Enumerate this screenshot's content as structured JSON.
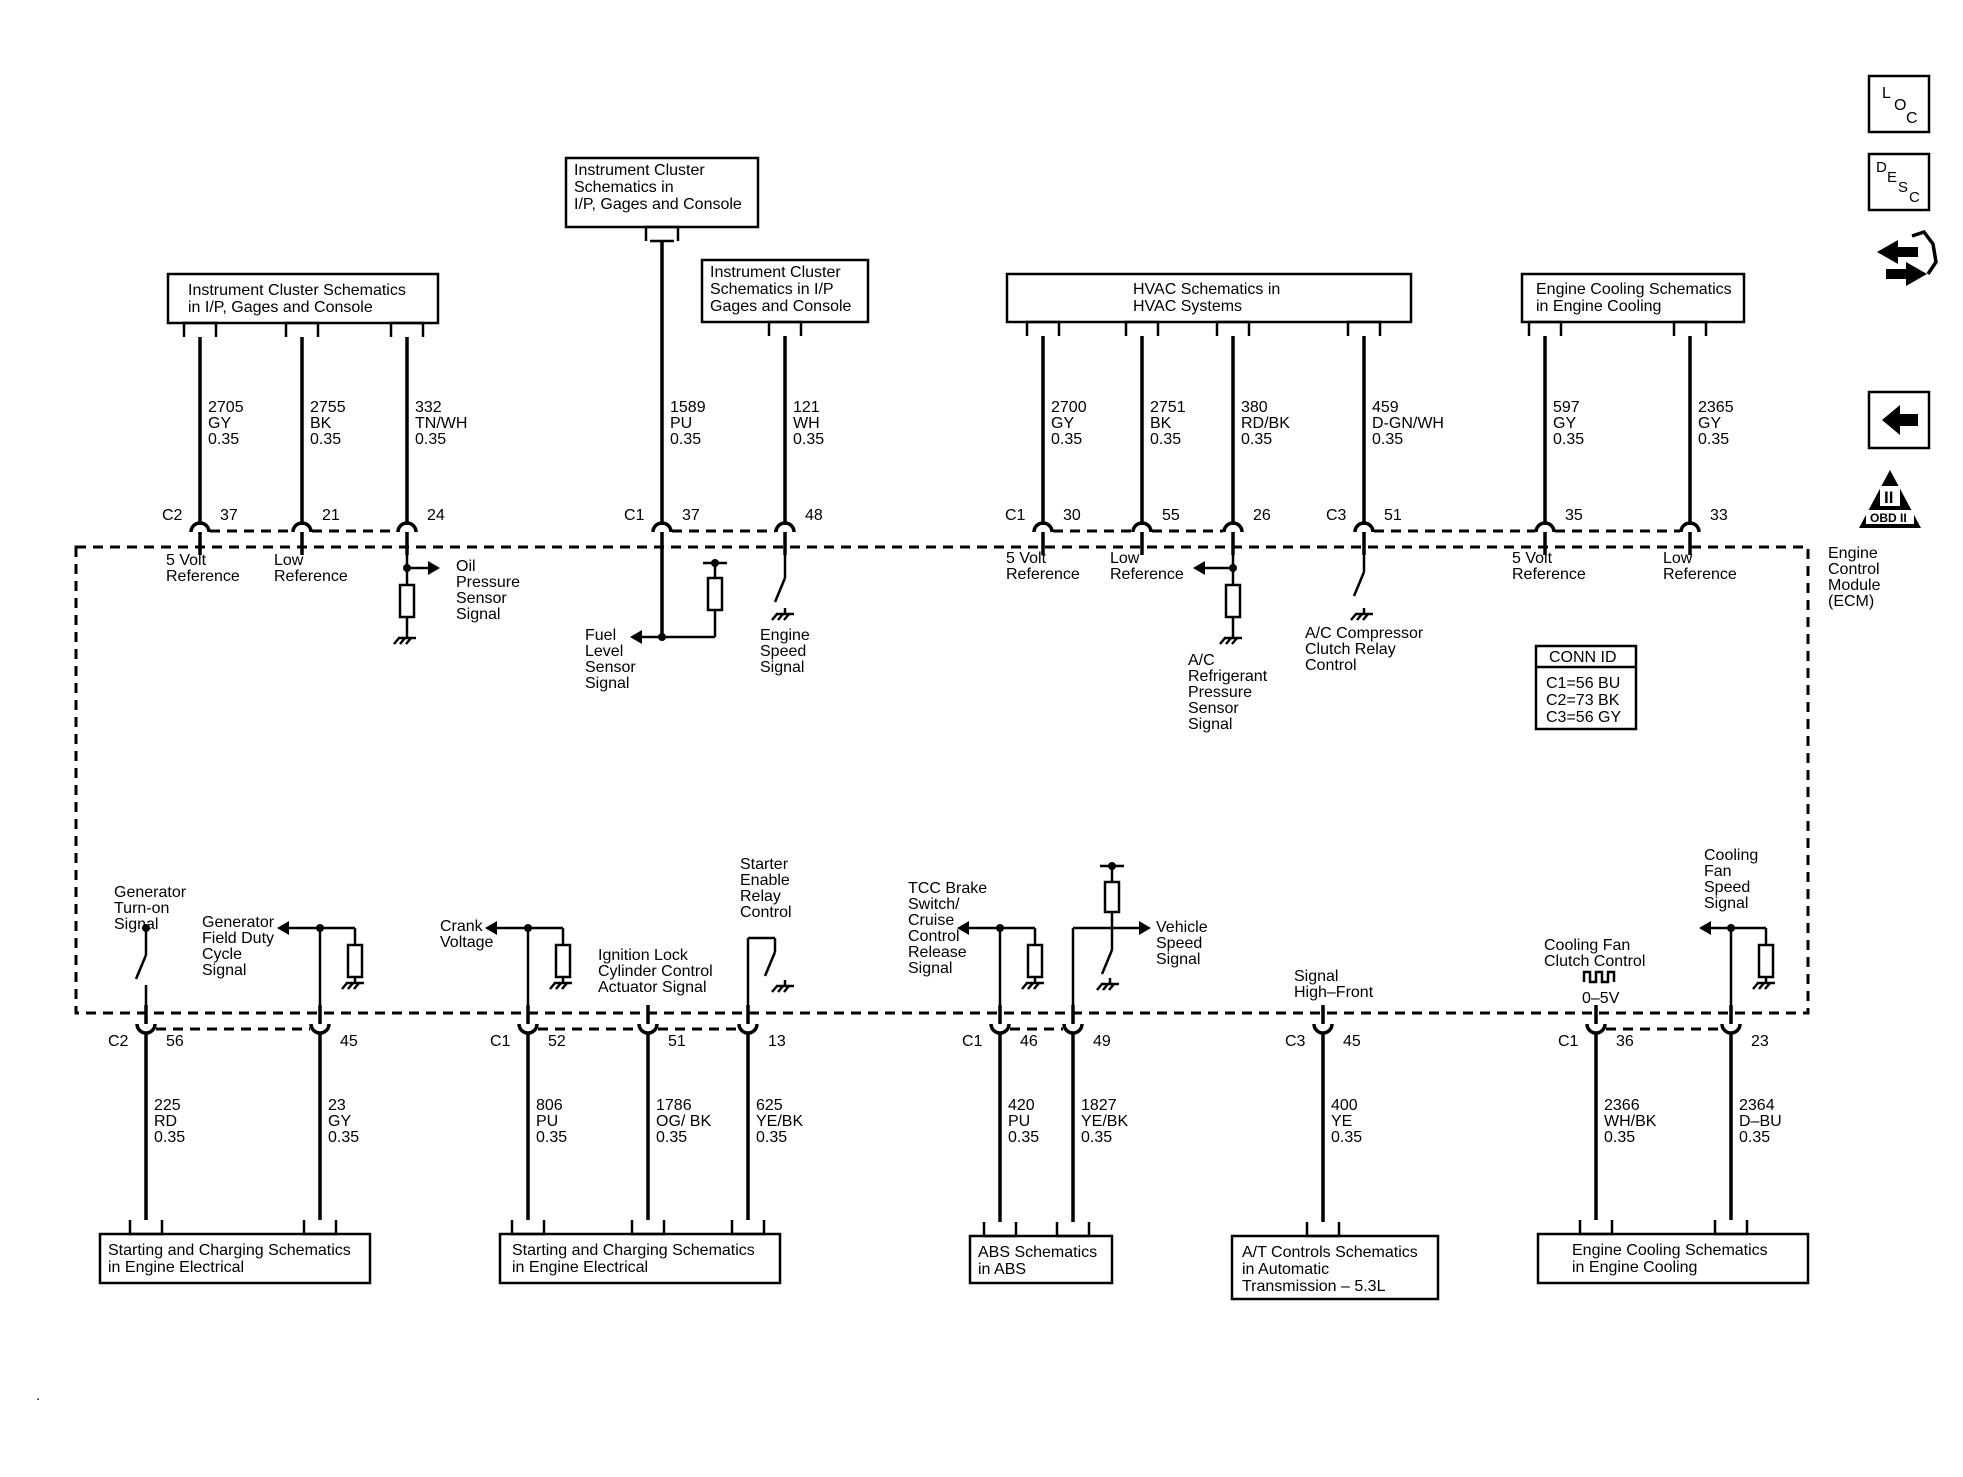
{
  "ecm_label": [
    "Engine",
    "Control",
    "Module",
    "(ECM)"
  ],
  "conn_id": {
    "title": "CONN ID",
    "lines": [
      "C1=56 BU",
      "C2=73 BK",
      "C3=56 GY"
    ]
  },
  "side_icons": {
    "loc": {
      "l": "L",
      "o": "O",
      "c": "C"
    },
    "desc": {
      "d": "D",
      "e": "E",
      "s": "S",
      "c": "C"
    },
    "obd": {
      "roman": "II",
      "text": "OBD II"
    }
  },
  "top_boxes": [
    {
      "lines": [
        "Instrument Cluster Schematics",
        "in I/P, Gages and Console"
      ]
    },
    {
      "lines": [
        "Instrument Cluster",
        "Schematics in",
        "I/P, Gages and Console"
      ]
    },
    {
      "lines": [
        "Instrument Cluster",
        "Schematics in I/P",
        "Gages and Console"
      ]
    },
    {
      "lines": [
        "HVAC Schematics in",
        "HVAC Systems"
      ]
    },
    {
      "lines": [
        "Engine Cooling Schematics",
        "in Engine Cooling"
      ]
    }
  ],
  "bottom_boxes": [
    {
      "lines": [
        "Starting and Charging Schematics",
        "in Engine Electrical"
      ]
    },
    {
      "lines": [
        "Starting and Charging Schematics",
        "in Engine Electrical"
      ]
    },
    {
      "lines": [
        "ABS Schematics",
        "in ABS"
      ]
    },
    {
      "lines": [
        "A/T Controls Schematics",
        "in Automatic",
        "Transmission – 5.3L"
      ]
    },
    {
      "lines": [
        "Engine Cooling Schematics",
        "in Engine Cooling"
      ]
    }
  ],
  "top_wires": [
    {
      "connector": "C2",
      "pin": "37",
      "circuit": "2705",
      "color": "GY",
      "size": "0.35",
      "function": [
        "5 Volt",
        "Reference"
      ]
    },
    {
      "connector": "",
      "pin": "21",
      "circuit": "2755",
      "color": "BK",
      "size": "0.35",
      "function": [
        "Low",
        "Reference"
      ]
    },
    {
      "connector": "",
      "pin": "24",
      "circuit": "332",
      "color": "TN/WH",
      "size": "0.35",
      "function": [
        "Oil",
        "Pressure",
        "Sensor",
        "Signal"
      ]
    },
    {
      "connector": "C1",
      "pin": "37",
      "circuit": "1589",
      "color": "PU",
      "size": "0.35",
      "function": [
        "Fuel",
        "Level",
        "Sensor",
        "Signal"
      ]
    },
    {
      "connector": "",
      "pin": "48",
      "circuit": "121",
      "color": "WH",
      "size": "0.35",
      "function": [
        "Engine",
        "Speed",
        "Signal"
      ]
    },
    {
      "connector": "C1",
      "pin": "30",
      "circuit": "2700",
      "color": "GY",
      "size": "0.35",
      "function": [
        "5 Volt",
        "Reference"
      ]
    },
    {
      "connector": "",
      "pin": "55",
      "circuit": "2751",
      "color": "BK",
      "size": "0.35",
      "function": [
        "Low",
        "Reference"
      ]
    },
    {
      "connector": "",
      "pin": "26",
      "circuit": "380",
      "color": "RD/BK",
      "size": "0.35",
      "function": [
        "A/C",
        "Refrigerant",
        "Pressure",
        "Sensor",
        "Signal"
      ]
    },
    {
      "connector": "C3",
      "pin": "51",
      "circuit": "459",
      "color": "D-GN/WH",
      "size": "0.35",
      "function": [
        "A/C Compressor",
        "Clutch Relay",
        "Control"
      ]
    },
    {
      "connector": "",
      "pin": "35",
      "circuit": "597",
      "color": "GY",
      "size": "0.35",
      "function": [
        "5 Volt",
        "Reference"
      ]
    },
    {
      "connector": "",
      "pin": "33",
      "circuit": "2365",
      "color": "GY",
      "size": "0.35",
      "function": [
        "Low",
        "Reference"
      ]
    }
  ],
  "bottom_wires": [
    {
      "connector": "C2",
      "pin": "56",
      "circuit": "225",
      "color": "RD",
      "size": "0.35",
      "function": [
        "Generator",
        "Turn-on",
        "Signal"
      ]
    },
    {
      "connector": "",
      "pin": "45",
      "circuit": "23",
      "color": "GY",
      "size": "0.35",
      "function": [
        "Generator",
        "Field Duty",
        "Cycle",
        "Signal"
      ]
    },
    {
      "connector": "C1",
      "pin": "52",
      "circuit": "806",
      "color": "PU",
      "size": "0.35",
      "function": [
        "Crank",
        "Voltage"
      ]
    },
    {
      "connector": "",
      "pin": "51",
      "circuit": "1786",
      "color": "OG/ BK",
      "size": "0.35",
      "function": [
        "Ignition Lock",
        "Cylinder Control",
        "Actuator Signal"
      ]
    },
    {
      "connector": "",
      "pin": "13",
      "circuit": "625",
      "color": "YE/BK",
      "size": "0.35",
      "function": [
        "Starter",
        "Enable",
        "Relay",
        "Control"
      ]
    },
    {
      "connector": "C1",
      "pin": "46",
      "circuit": "420",
      "color": "PU",
      "size": "0.35",
      "function": [
        "TCC Brake",
        "Switch/",
        "Cruise",
        "Control",
        "Release",
        "Signal"
      ]
    },
    {
      "connector": "",
      "pin": "49",
      "circuit": "1827",
      "color": "YE/BK",
      "size": "0.35",
      "function": [
        "Vehicle",
        "Speed",
        "Signal"
      ]
    },
    {
      "connector": "C3",
      "pin": "45",
      "circuit": "400",
      "color": "YE",
      "size": "0.35",
      "function": [
        "Signal",
        "High–Front"
      ]
    },
    {
      "connector": "C1",
      "pin": "36",
      "circuit": "2366",
      "color": "WH/BK",
      "size": "0.35",
      "function": [
        "Cooling Fan",
        "Clutch Control"
      ],
      "extra": "0–5V"
    },
    {
      "connector": "",
      "pin": "23",
      "circuit": "2364",
      "color": "D–BU",
      "size": "0.35",
      "function": [
        "Cooling",
        "Fan",
        "Speed",
        "Signal"
      ]
    }
  ],
  "footer_mark": "."
}
